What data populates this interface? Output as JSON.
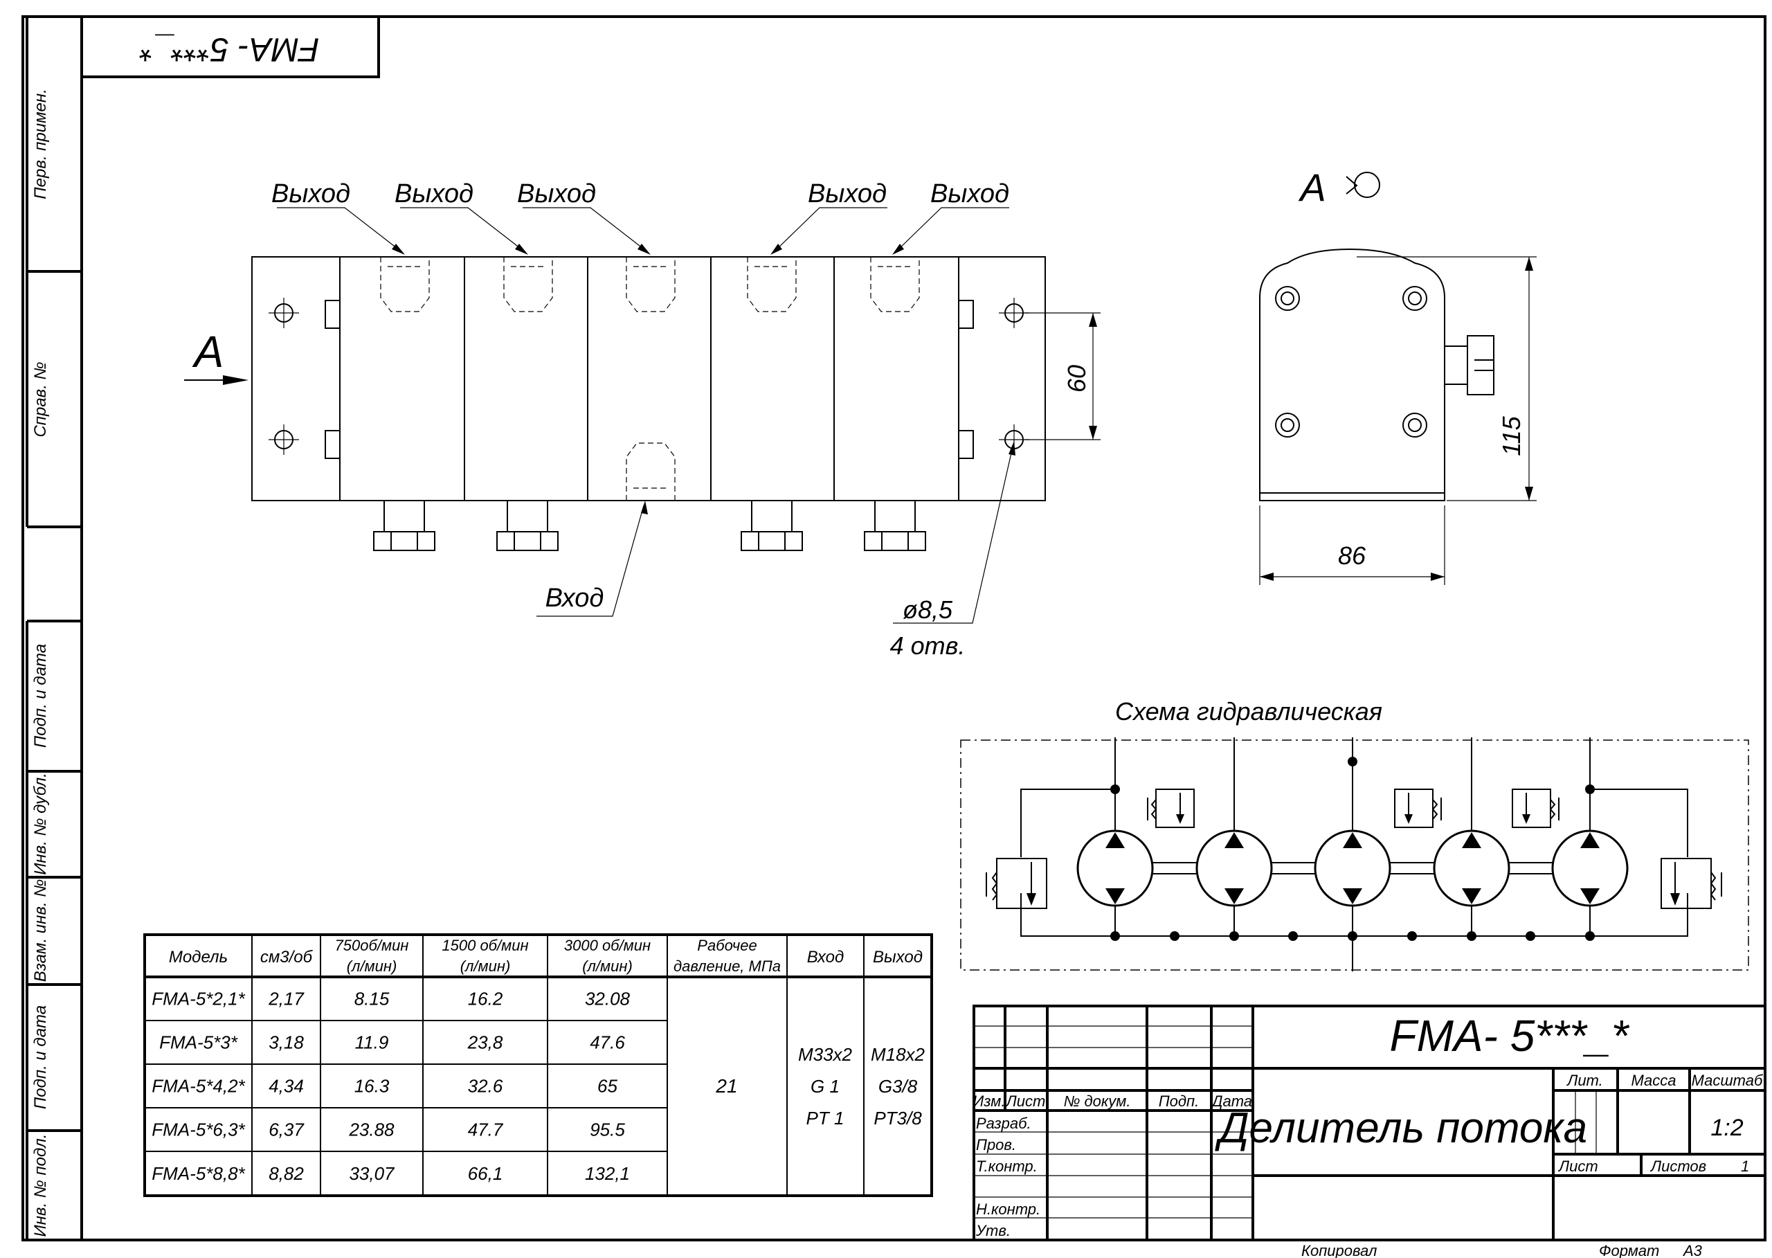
{
  "stamp_mirrored": "FMA- 5***_*",
  "side_strip": [
    "Перв. примен.",
    "Справ. №",
    "Подп. и дата",
    "Инв. № дубл.",
    "Взам. инв. №",
    "Подп. и дата",
    "Инв. № подл."
  ],
  "front_view": {
    "outlets": [
      "Выход",
      "Выход",
      "Выход",
      "Выход",
      "Выход"
    ],
    "inlet": "Вход",
    "view_arrow": "A",
    "dim_60": "60",
    "hole_dia": "ø8,5",
    "hole_count": "4 отв."
  },
  "side_view": {
    "label": "A",
    "dim_115": "115",
    "dim_86": "86"
  },
  "schema_title": "Схема гидравлическая",
  "table": {
    "headers": [
      [
        "Модель"
      ],
      [
        "см3/об"
      ],
      [
        "750об/мин",
        "(л/мин)"
      ],
      [
        "1500 об/мин",
        "(л/мин)"
      ],
      [
        "3000 об/мин",
        "(л/мин)"
      ],
      [
        "Рабочее",
        "давление, МПа"
      ],
      [
        "Вход"
      ],
      [
        "Выход"
      ]
    ],
    "rows": [
      [
        "FMA-5*2,1*",
        "2,17",
        "8.15",
        "16.2",
        "32.08"
      ],
      [
        "FMA-5*3*",
        "3,18",
        "11.9",
        "23,8",
        "47.6"
      ],
      [
        "FMA-5*4,2*",
        "4,34",
        "16.3",
        "32.6",
        "65"
      ],
      [
        "FMA-5*6,3*",
        "6,37",
        "23.88",
        "47.7",
        "95.5"
      ],
      [
        "FMA-5*8,8*",
        "8,82",
        "33,07",
        "66,1",
        "132,1"
      ]
    ],
    "pressure": "21",
    "inlet": [
      "M33x2",
      "G 1",
      "PT 1"
    ],
    "outlet": [
      "M18x2",
      "G3/8",
      "PT3/8"
    ]
  },
  "title_block": {
    "designation": "FMA- 5***_*",
    "name": "Делитель потока",
    "col_headers": [
      "Изм.",
      "Лист",
      "№ докум.",
      "Подп.",
      "Дата"
    ],
    "roles": [
      "Разраб.",
      "Пров.",
      "Т.контр.",
      "Н.контр.",
      "Утв."
    ],
    "lit": "Лит.",
    "mass": "Масса",
    "scale_label": "Масштаб",
    "scale": "1:2",
    "sheet": "Лист",
    "sheets_label": "Листов",
    "sheets": "1",
    "copied": "Копировал",
    "format_label": "Формат",
    "format": "A3"
  }
}
